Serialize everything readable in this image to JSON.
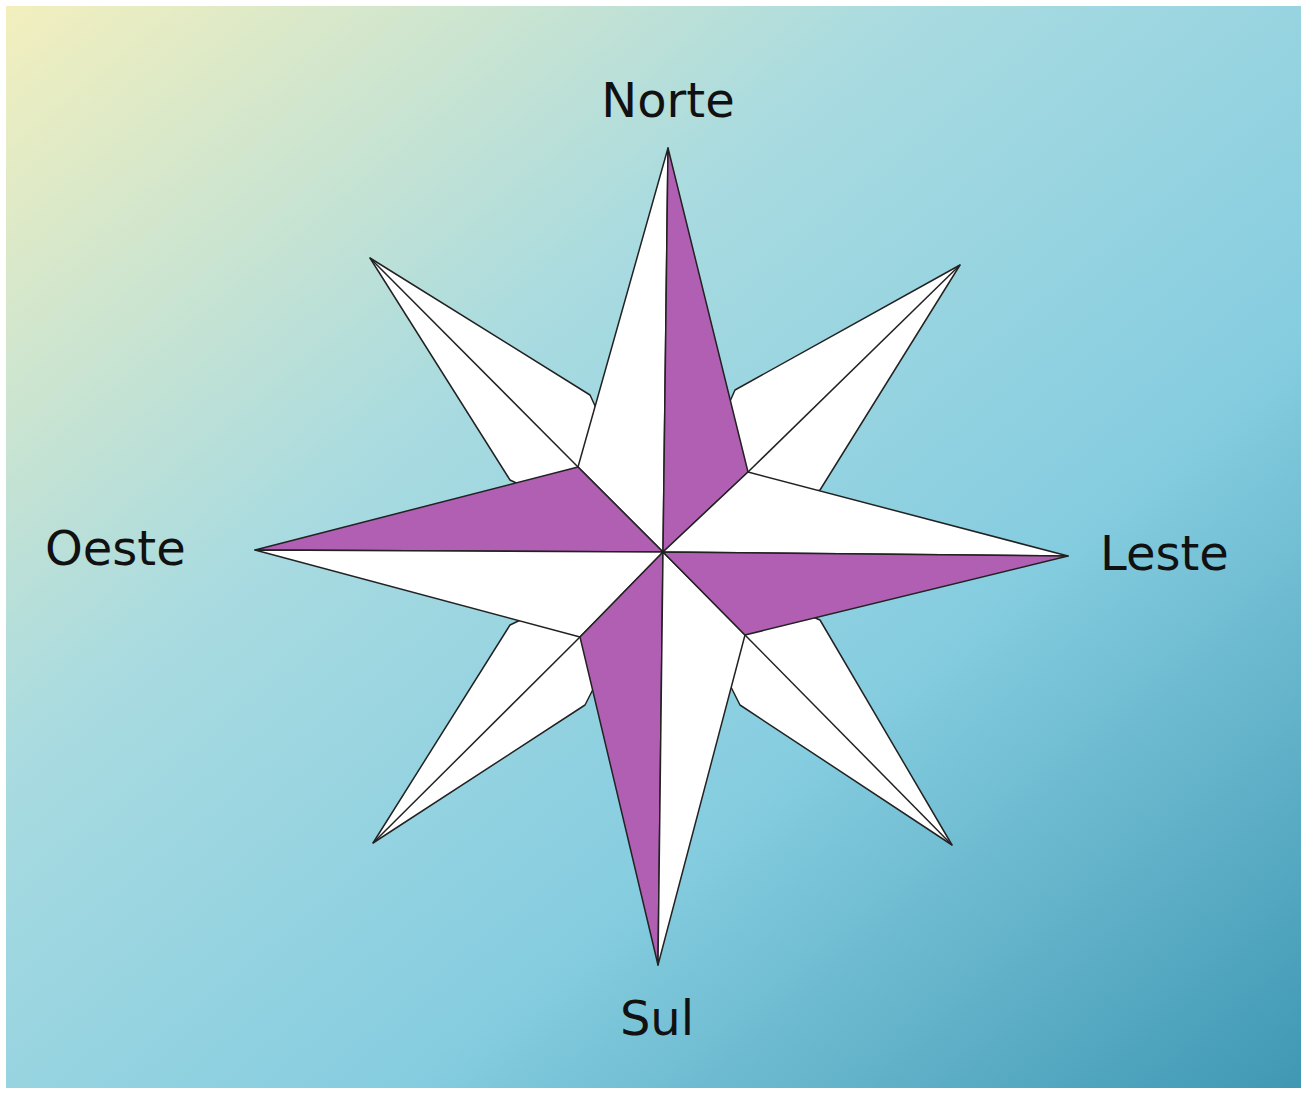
{
  "diagram": {
    "labels": [
      "Norte",
      "Oeste",
      "Leste",
      "Sul"
    ]
  }
}
